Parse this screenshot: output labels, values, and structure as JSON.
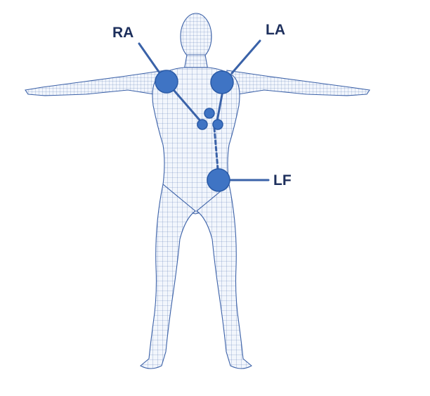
{
  "diagram": {
    "labels": {
      "ra": "RA",
      "la": "LA",
      "lf": "LF"
    },
    "electrodes": [
      {
        "name": "RA",
        "kind": "limb"
      },
      {
        "name": "LA",
        "kind": "limb"
      },
      {
        "name": "LF",
        "kind": "limb"
      }
    ],
    "colors": {
      "electrode": "#3f74c4",
      "electrode_stroke": "#2a5aa6",
      "lead_line": "#3a62a8",
      "body_mesh": "#3d62a8",
      "label": "#1d2f5c"
    },
    "icons": [
      "human-body-mesh-figure",
      "electrode-dot"
    ]
  }
}
